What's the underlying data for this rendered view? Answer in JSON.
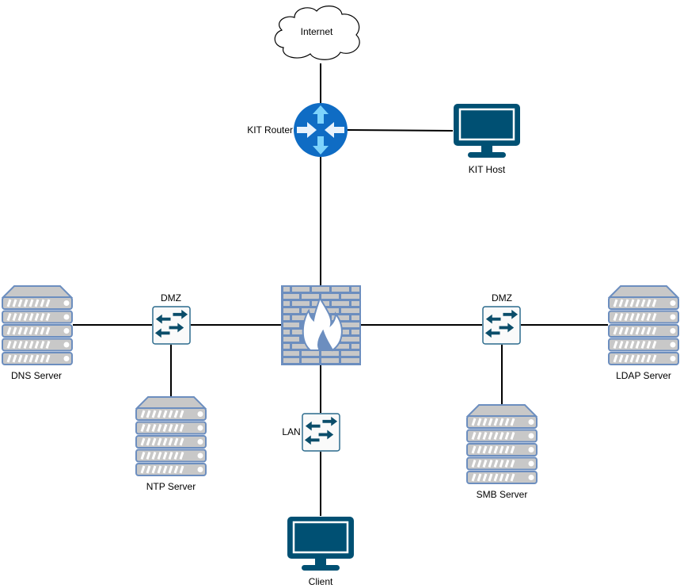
{
  "nodes": {
    "internet": {
      "label": "Internet",
      "icon": "cloud-icon"
    },
    "router": {
      "label": "KIT Router",
      "icon": "router-icon"
    },
    "kit_host": {
      "label": "KIT Host",
      "icon": "monitor-icon"
    },
    "firewall": {
      "label": "",
      "icon": "firewall-icon"
    },
    "dmz_left": {
      "label": "DMZ",
      "icon": "switch-icon"
    },
    "dmz_right": {
      "label": "DMZ",
      "icon": "switch-icon"
    },
    "lan": {
      "label": "LAN",
      "icon": "switch-icon"
    },
    "dns": {
      "label": "DNS Server",
      "icon": "server-icon"
    },
    "ntp": {
      "label": "NTP Server",
      "icon": "server-icon"
    },
    "ldap": {
      "label": "LDAP Server",
      "icon": "server-icon"
    },
    "smb": {
      "label": "SMB Server",
      "icon": "server-icon"
    },
    "client": {
      "label": "Client",
      "icon": "monitor-icon"
    }
  },
  "edges": [
    [
      "internet",
      "router"
    ],
    [
      "router",
      "kit_host"
    ],
    [
      "router",
      "firewall"
    ],
    [
      "dns",
      "dmz_left"
    ],
    [
      "dmz_left",
      "firewall"
    ],
    [
      "dmz_left",
      "ntp"
    ],
    [
      "firewall",
      "dmz_right"
    ],
    [
      "dmz_right",
      "ldap"
    ],
    [
      "dmz_right",
      "smb"
    ],
    [
      "firewall",
      "lan"
    ],
    [
      "lan",
      "client"
    ]
  ],
  "colors": {
    "edge": "#000000",
    "server_fill": "#C8C8C8",
    "server_stroke": "#6C8EBF",
    "switch_arrow": "#0B4D6A",
    "monitor": "#005073",
    "router": "#0F6CC4",
    "router_arrows": "#E8F2FC"
  }
}
